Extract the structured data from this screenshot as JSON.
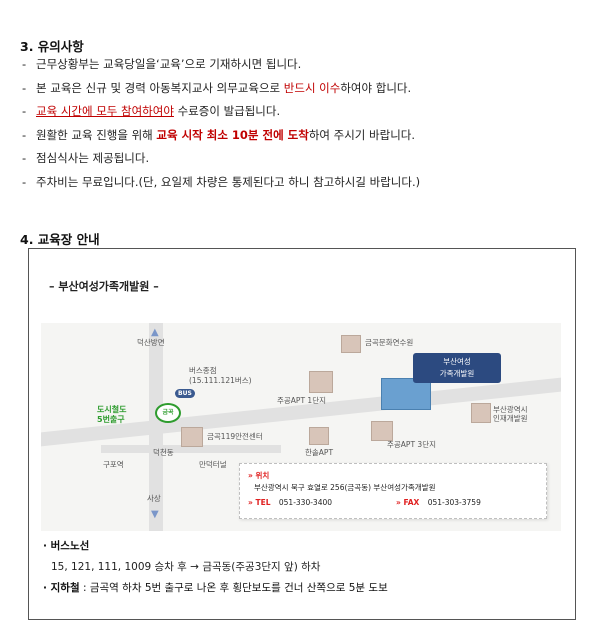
{
  "notes": {
    "title": "3. 유의사항",
    "b1": "근무상황부는 교육당일을‘교육’으로 기재하시면 됩니다.",
    "b2_pre": "본 교육은 신규 및 경력 아동복지교사 의무교육으로 ",
    "b2_red": "반드시 이수",
    "b2_post": "하여야 합니다.",
    "b3_red": "교육 시간에 모두 참여하여야",
    "b3_post": " 수료증이 발급됩니다.",
    "b4_pre": "원활한 교육 진행을 위해 ",
    "b4_red": "교육 시작 최소 10분 전에 도착",
    "b4_post": "하여 주시기 바랍니다.",
    "b5": "점심식사는 제공됩니다.",
    "b6": "주차비는 무료입니다.(단, 요일제 차량은 통제된다고 하니 참고하시길 바랍니다.)"
  },
  "venue": {
    "title": "4. 교육장 안내",
    "center_label": "– 부산여성가족개발원 –",
    "map": {
      "north": "덕산방면",
      "south": "사상",
      "bus_stop": "버스종점",
      "bus_no": "(15.111.121버스)",
      "bus_badge": "BUS",
      "station": "도시철도\n5번출구",
      "station_ring": "금곡",
      "apt1": "주공APT 1단지",
      "apt_hansol": "한솔APT",
      "apt3": "주공APT 3단지",
      "fire": "금곡119안전센터",
      "library": "금곡문화연수원",
      "center_name": "부산여성\n가족개발원",
      "busan_city": "부산광역시\n인재개발원",
      "gupo": "구포역",
      "dukcheon": "덕천동",
      "mandeok": "만덕터널"
    },
    "info": {
      "loc_key": "위치",
      "loc_val": "부산광역시 북구 효열로 256(금곡동) 부산여성가족개발원",
      "tel_key": "TEL",
      "tel_val": "051-330-3400",
      "fax_key": "FAX",
      "fax_val": "051-303-3759"
    },
    "bus_title": "· 버스노선",
    "bus_route": "15, 121, 111, 1009 승차 후 → 금곡동(주공3단지 앞) 하차",
    "subway_title": "· 지하철",
    "subway_route": " : 금곡역 하차 5번 출구로 나온 후 횡단보도를 건너 산쪽으로 5분 도보"
  }
}
